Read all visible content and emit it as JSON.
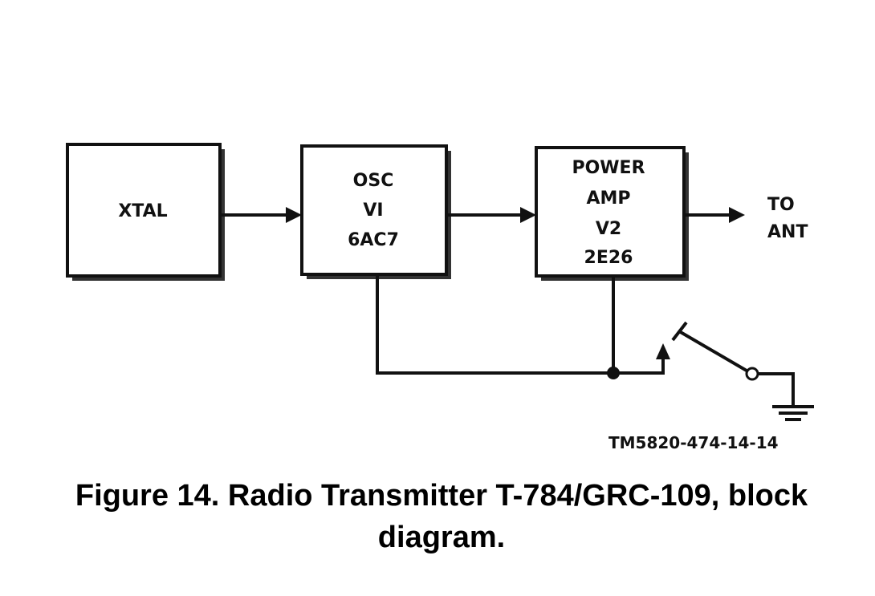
{
  "blocks": {
    "xtal": {
      "label": "XTAL"
    },
    "osc": {
      "lines": [
        "OSC",
        "VI",
        "6AC7"
      ]
    },
    "power_amp": {
      "lines": [
        "POWER",
        "AMP",
        "V2",
        "2E26"
      ]
    }
  },
  "output": {
    "lines": [
      "TO",
      "ANT"
    ]
  },
  "drawing_number": "TM5820-474-14-14",
  "caption": "Figure 14.  Radio Transmitter T-784/GRC-109, block diagram."
}
